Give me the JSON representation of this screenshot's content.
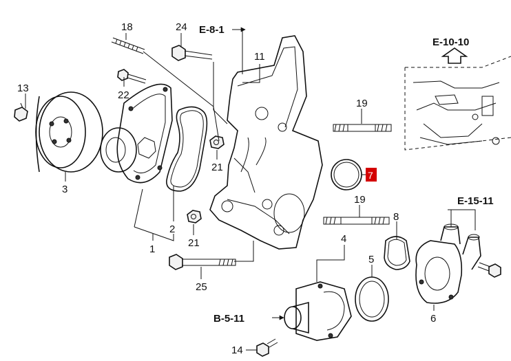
{
  "labels": {
    "p1": "1",
    "p2": "2",
    "p3": "3",
    "p4": "4",
    "p5": "5",
    "p6": "6",
    "p7": "7",
    "p8": "8",
    "p11": "11",
    "p13": "13",
    "p14": "14",
    "p18": "18",
    "p19a": "19",
    "p19b": "19",
    "p21a": "21",
    "p21b": "21",
    "p22": "22",
    "p24": "24",
    "p25": "25"
  },
  "references": {
    "e81": "E-8-1",
    "e1010": "E-10-10",
    "e1511": "E-15-11",
    "b511": "B-5-11"
  },
  "colors": {
    "highlight": "#d40000",
    "line": "#111111",
    "background": "#ffffff"
  }
}
